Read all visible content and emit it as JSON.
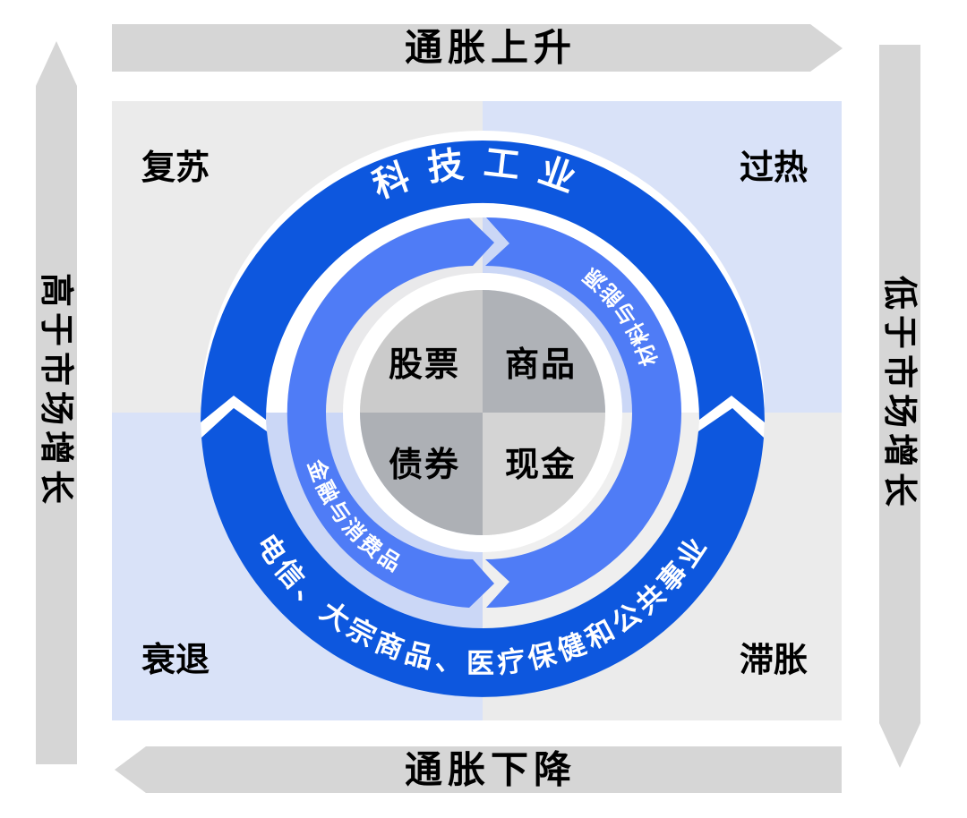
{
  "diagram": {
    "title_hint": "investment-clock-cycle-diagram",
    "axes": {
      "top": "通胀上升",
      "bottom": "通胀下降",
      "left": "高于市场增长",
      "right": "低于市场增长"
    },
    "quadrants": {
      "top_left": "复苏",
      "top_right": "过热",
      "bottom_left": "衰退",
      "bottom_right": "滞胀"
    },
    "assets": {
      "top_left": "股票",
      "top_right": "商品",
      "bottom_left": "债券",
      "bottom_right": "现金"
    },
    "sectors": {
      "outer_top": "科技工业",
      "outer_bottom": "电信、大宗商品、医疗保健和公共事业",
      "middle_upper_right": "材料与能源",
      "middle_lower_left": "金融与消费品"
    }
  },
  "colors": {
    "arrow_bar_gray": "#D6D6D6",
    "quadrant_gray": "#EBEBEB",
    "quadrant_blue": "#D9E2F8",
    "outer_ring_blue": "#0D57DE",
    "middle_ring_blue": "#4F7CF6",
    "track_light_blue": "#CBD7F6",
    "track_light_gray": "#E9E9EB",
    "center_gray_light": "#CBCBCB",
    "center_gray_dark": "#AFB2B7",
    "label_text": "#000000",
    "ring_text": "#FFFFFF"
  }
}
